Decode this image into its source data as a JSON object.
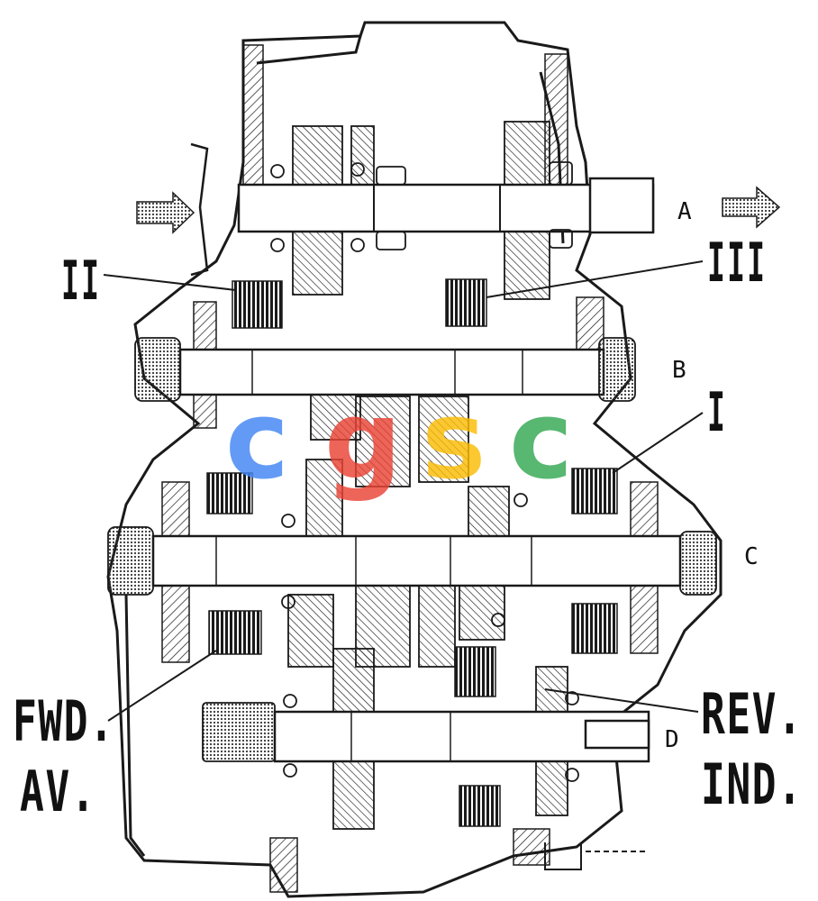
{
  "labels": {
    "roman_2": "II",
    "roman_3": "III",
    "roman_1": "I",
    "shaft_a": "A",
    "shaft_b": "B",
    "shaft_c": "C",
    "shaft_d": "D",
    "fwd_line1": "FWD.",
    "fwd_line2": "AV.",
    "rev_line1": "REV.",
    "rev_line2": "IND."
  },
  "watermark": {
    "letters": [
      "c",
      "g",
      "s",
      "c"
    ],
    "colors": [
      "#4285F4",
      "#EA4335",
      "#FBBC05",
      "#34A853"
    ]
  },
  "colors": {
    "ink": "#1a1a1a",
    "paper": "#ffffff"
  }
}
